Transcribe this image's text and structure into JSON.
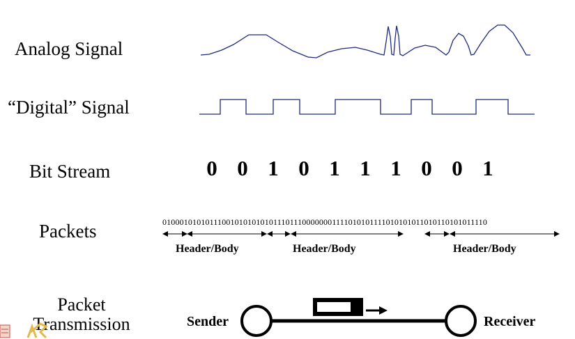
{
  "rows": {
    "analog_label": "Analog Signal",
    "digital_label": "“Digital” Signal",
    "bitstream_label": "Bit Stream",
    "packets_label": "Packets",
    "transmission_label_line1": "Packet",
    "transmission_label_line2": "Transmission"
  },
  "bit_stream": [
    "0",
    "0",
    "1",
    "0",
    "1",
    "1",
    "1",
    "0",
    "0",
    "1"
  ],
  "packets": {
    "bits": "01000101010111001010101010111011100000001111010101111010101011010110101011110",
    "segments": [
      {
        "label": "Header/Body"
      },
      {
        "label": "Header/Body"
      },
      {
        "label": "Header/Body"
      }
    ]
  },
  "transmission": {
    "sender_label": "Sender",
    "receiver_label": "Receiver"
  },
  "colors": {
    "signal_line": "#1f2a7a",
    "text": "#000000"
  }
}
